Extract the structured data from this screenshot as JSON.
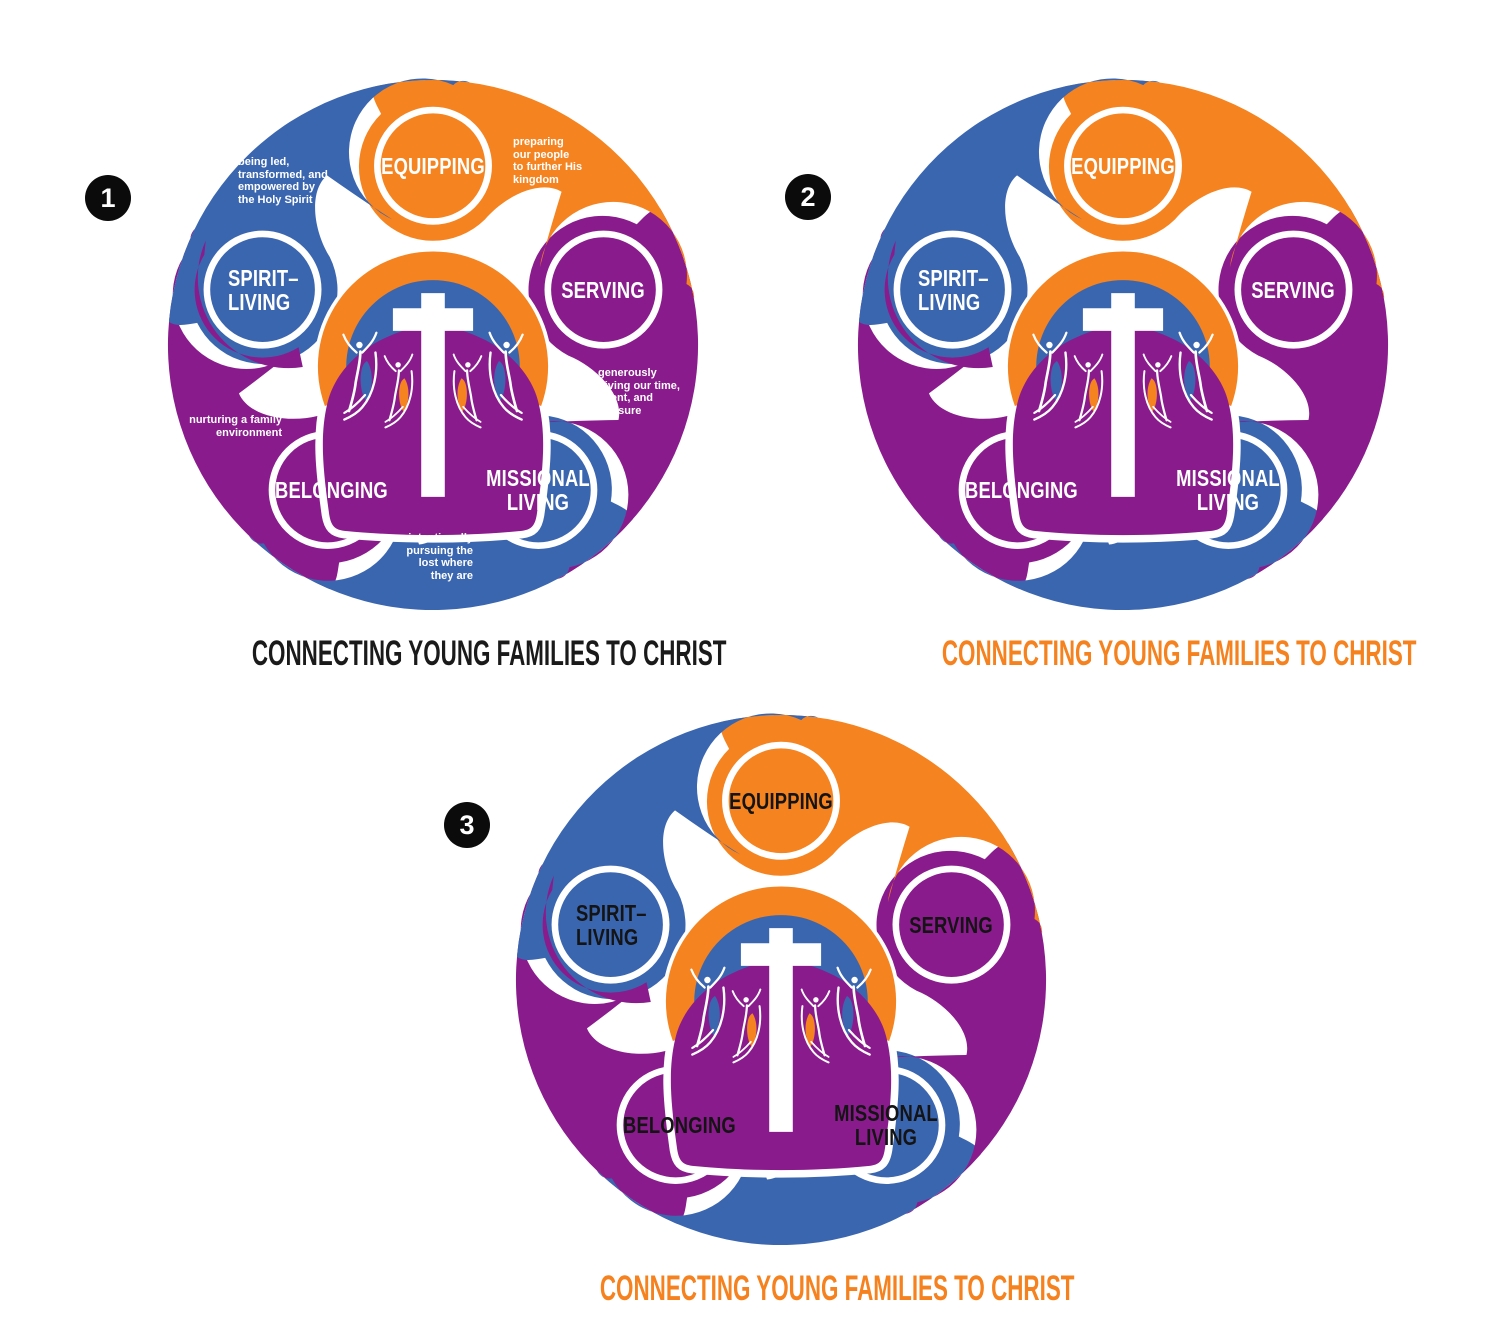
{
  "badges": {
    "one": "1",
    "two": "2",
    "three": "3"
  },
  "caption": "CONNECTING YOUNG FAMILIES TO CHRIST",
  "labels": {
    "equipping": "EQUIPPING",
    "serving": "SERVING",
    "missional": "MISSIONAL\nLIVING",
    "belonging": "BELONGING",
    "spirit": "SPIRIT–\nLIVING"
  },
  "annotations": {
    "spirit": "being led,\ntransformed, and\nempowered by\nthe Holy Spirit",
    "equipping": "preparing\nour people\nto further His\nkingdom",
    "serving": "generously\ngiving our time,\ntalent, and\ntreasure",
    "belonging": "nurturing a family\nenvironment",
    "missional": "intentionally\npursuing the\nlost where\nthey are"
  },
  "colors": {
    "orange": "#F5831F",
    "blue": "#3A66B0",
    "purple": "#8A1B8C",
    "caption-orange": "#F5821E",
    "caption-black": "#1A1A1A",
    "badge": "#0B0B0B",
    "text-light": "#FFFFFF",
    "text-dark": "#141414"
  }
}
